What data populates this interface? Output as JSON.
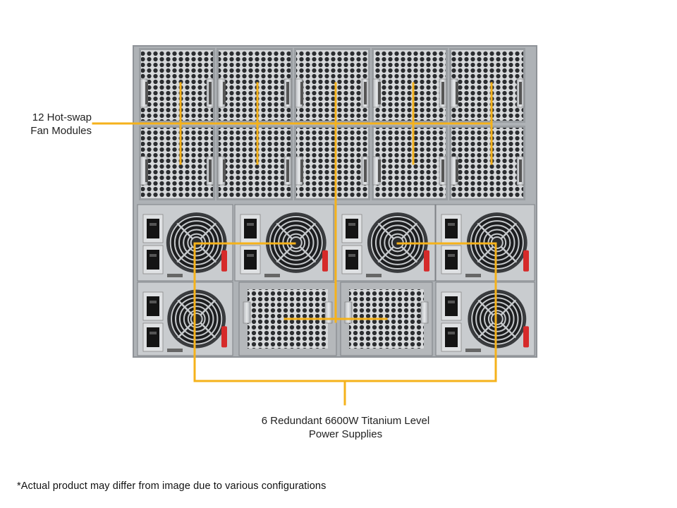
{
  "labels": {
    "fan_modules": [
      "12 Hot-swap",
      "Fan Modules"
    ],
    "power_supplies": [
      "6 Redundant 6600W Titanium Level",
      "Power Supplies"
    ]
  },
  "disclaimer": "*Actual product may differ from image due to various configurations",
  "colors": {
    "callout": "#f5b21b",
    "chassis": "#8f9398",
    "panel": "#c9cccf",
    "mesh_bg": "#2b2d30",
    "handle": "#d62a2a"
  },
  "icons": [
    "fan-module-icon",
    "power-supply-icon",
    "power-inlet-icon",
    "fan-grille-icon"
  ]
}
